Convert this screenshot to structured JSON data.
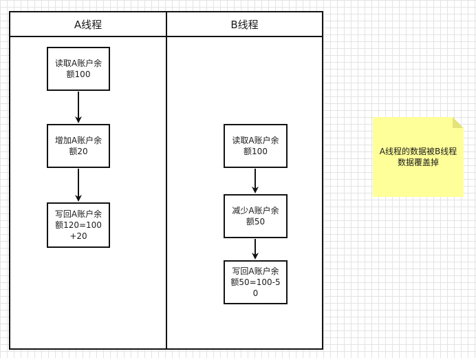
{
  "lanes": {
    "a": {
      "title": "A线程"
    },
    "b": {
      "title": "B线程"
    }
  },
  "nodes": {
    "a_read": "读取A账户余额100",
    "a_add": "增加A账户余额20",
    "a_write": "写回A账户余额120=100+20",
    "b_read": "读取A账户余额100",
    "b_sub": "减少A账户余额50",
    "b_write": "写回A账户余额50=100-50"
  },
  "note": {
    "text": "A线程的数据被B线程数据覆盖掉",
    "color": "#ffff99"
  },
  "colors": {
    "stroke": "#111111",
    "grid": "#e3e3e3"
  }
}
